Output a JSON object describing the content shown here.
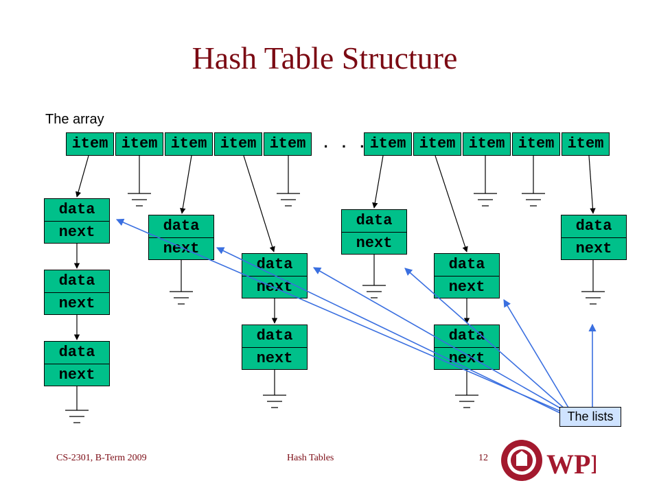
{
  "title": "Hash Table Structure",
  "array_label": "The array",
  "cell_label": "item",
  "ellipsis": ". . .",
  "node": {
    "data_label": "data",
    "next_label": "next"
  },
  "lists_label": "The lists",
  "footer": {
    "left": "CS-2301, B-Term 2009",
    "center": "Hash Tables",
    "page": "12"
  },
  "logo": {
    "text": "WPI"
  },
  "colors": {
    "title": "#7b0a13",
    "node_fill": "#00c08a",
    "pointer_blue": "#3a6fe0",
    "label_fill": "#cfe3ff"
  }
}
